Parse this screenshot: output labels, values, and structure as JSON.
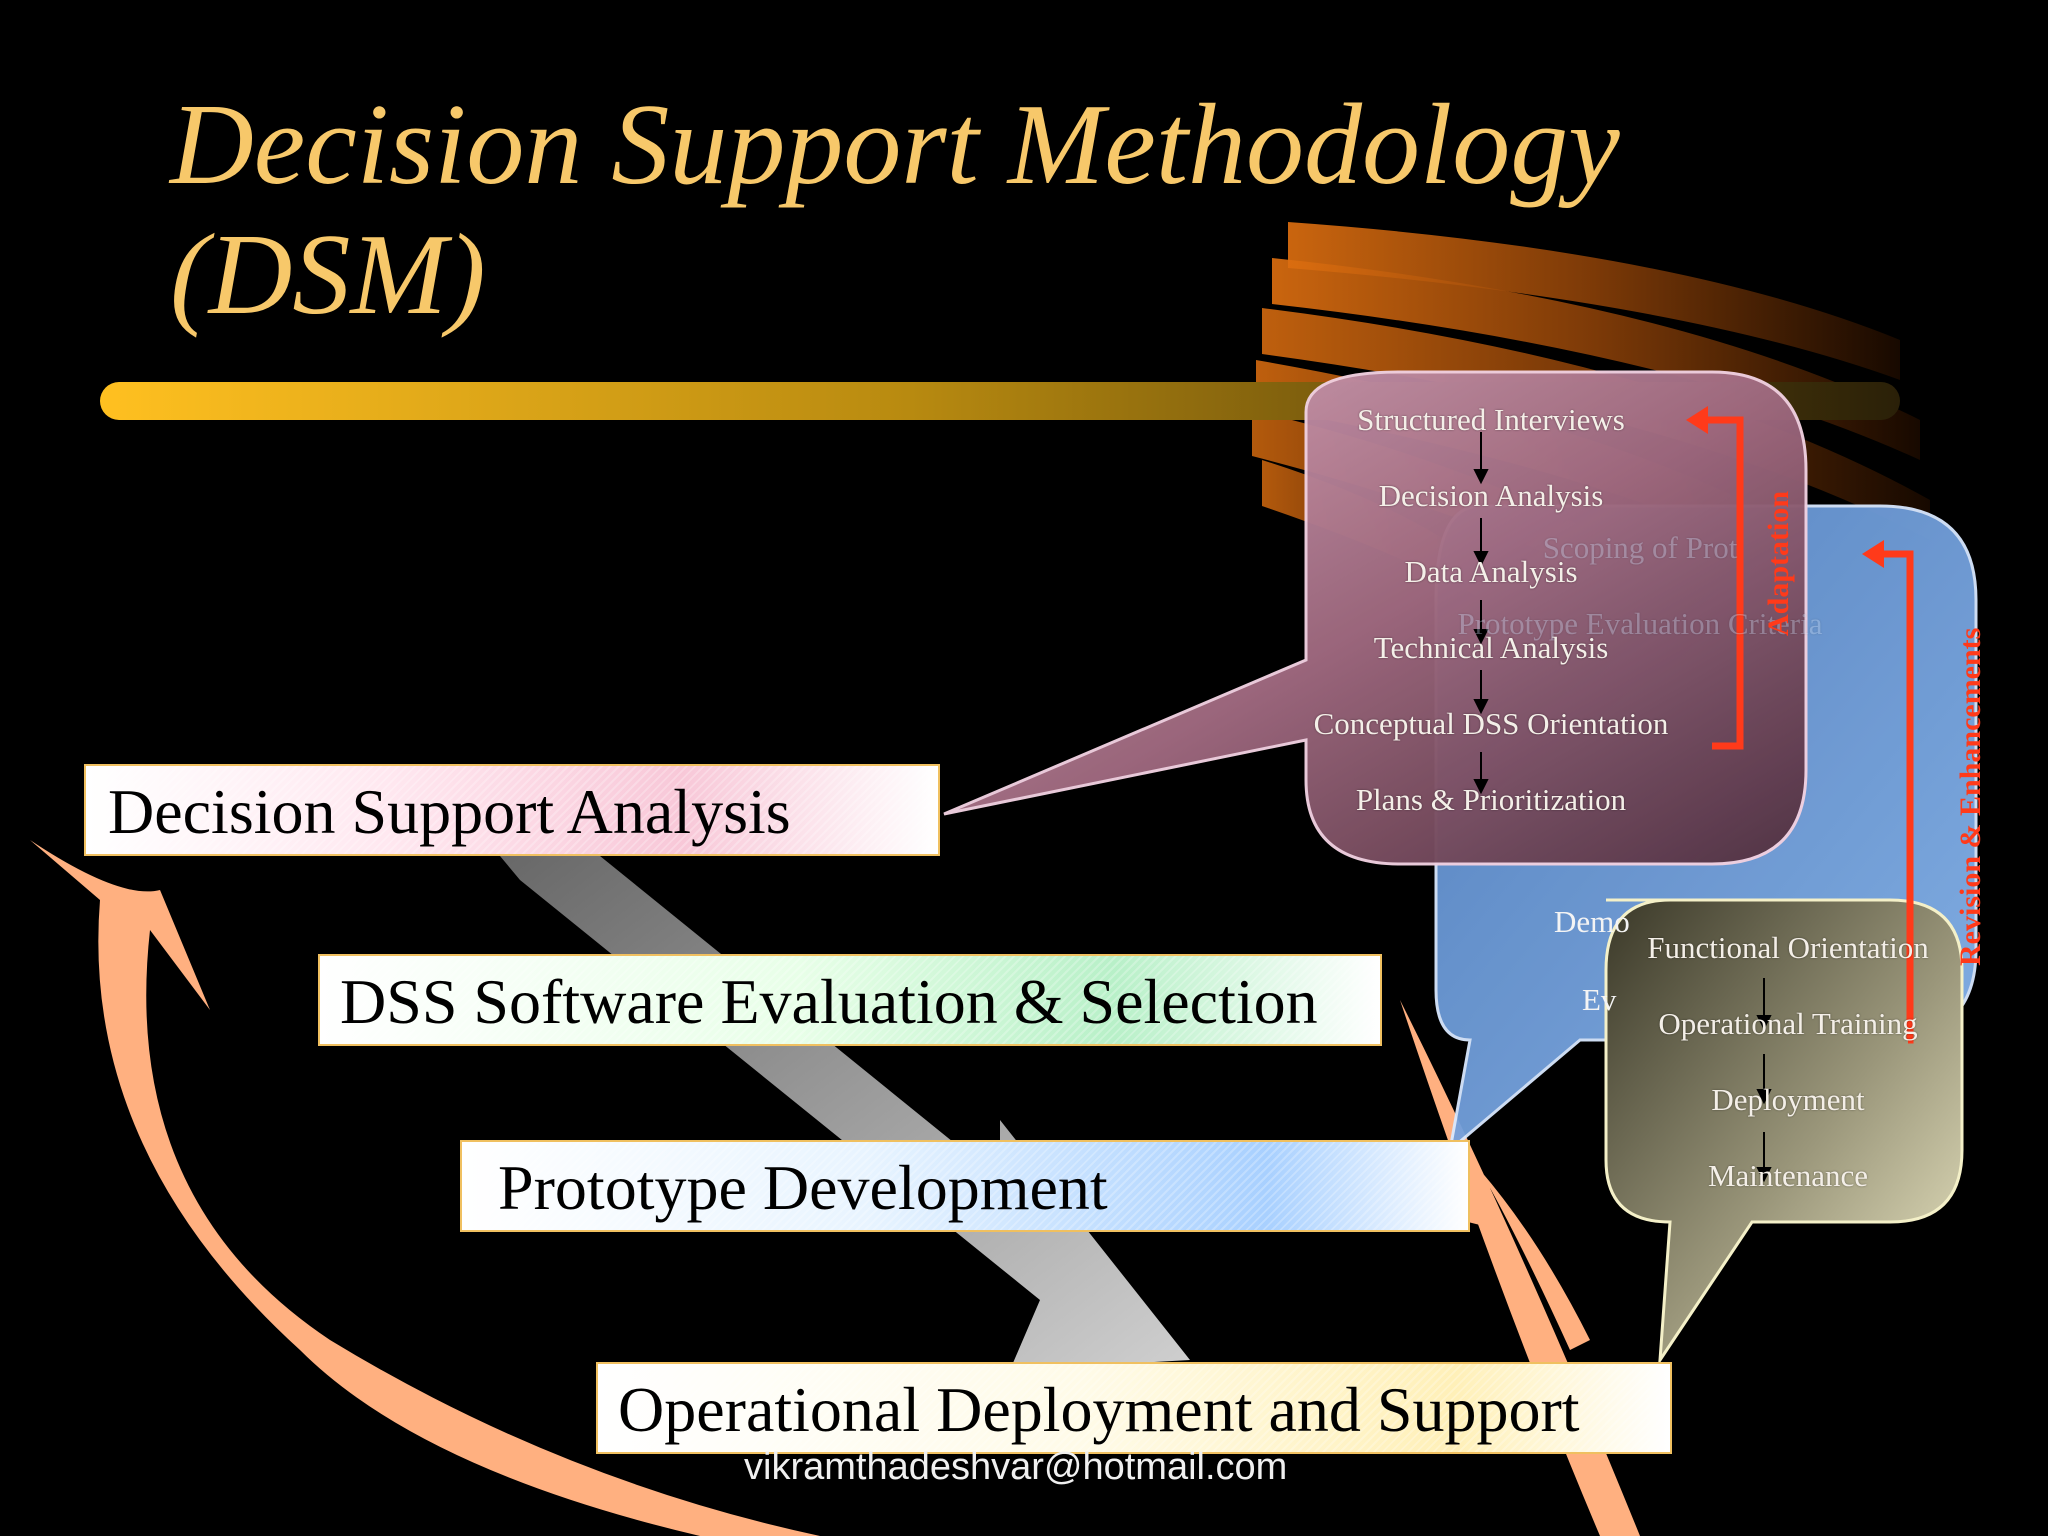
{
  "title": "Decision Support Methodology (DSM)",
  "title_line1": "Decision Support Methodology",
  "title_line2": "(DSM)",
  "phases": [
    {
      "label": "Decision Support Analysis"
    },
    {
      "label": "DSS Software Evaluation & Selection"
    },
    {
      "label": "Prototype Development"
    },
    {
      "label": "Operational Deployment and Support"
    }
  ],
  "analysis_steps": [
    "Structured Interviews",
    "Decision Analysis",
    "Data Analysis",
    "Technical Analysis",
    "Conceptual DSS Orientation",
    "Plans & Prioritization"
  ],
  "prototype_steps_partial": [
    "Scoping of Prot",
    "Prototype Evaluation Criteria",
    "Demo",
    "Ev"
  ],
  "deployment_steps": [
    "Functional Orientation",
    "Operational Training",
    "Deployment",
    "Maintenance"
  ],
  "loop_labels": {
    "adaptation": "Adaptation",
    "revision": "Revision & Enhancements"
  },
  "footer": "vikramthadeshvar@hotmail.com",
  "colors": {
    "title": "#f7c86a",
    "loop_arrow": "#ff3a1a",
    "pink_bubble": "#c08aa0",
    "blue_bubble": "#6f9fd8",
    "yellow_bubble": "#c8c4a0",
    "swoosh": "#ffb080"
  }
}
